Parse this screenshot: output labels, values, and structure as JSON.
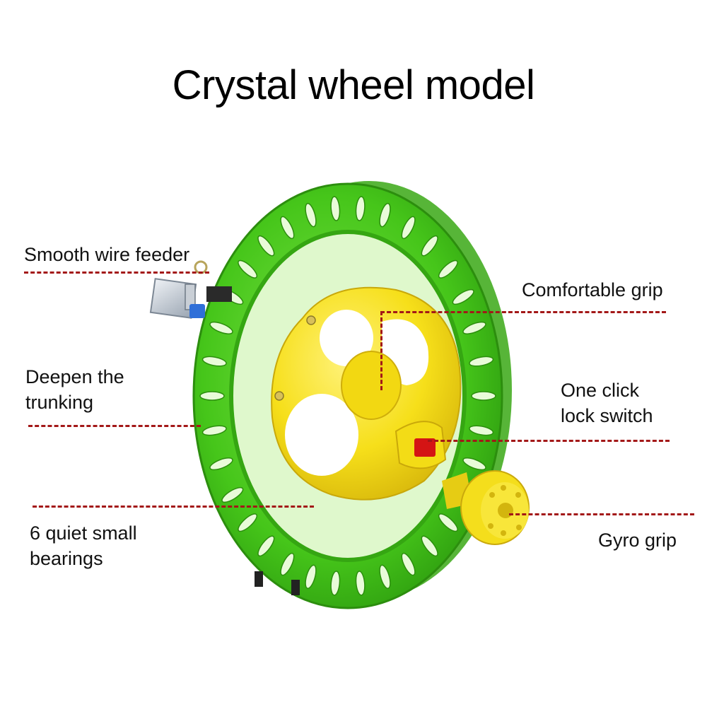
{
  "title": "Crystal wheel model",
  "callouts": {
    "smooth_wire_feeder": "Smooth wire feeder",
    "comfortable_grip": "Comfortable grip",
    "deepen_trunking": [
      "Deepen the",
      "trunking"
    ],
    "one_click_lock": [
      "One click",
      "lock switch"
    ],
    "quiet_bearings": [
      "6 quiet small",
      "bearings"
    ],
    "gyro_grip": "Gyro grip"
  },
  "colors": {
    "reel_green": "#44c818",
    "hub_yellow": "#f6e21a",
    "guide_red": "#a31818",
    "lock_red": "#d41414"
  }
}
